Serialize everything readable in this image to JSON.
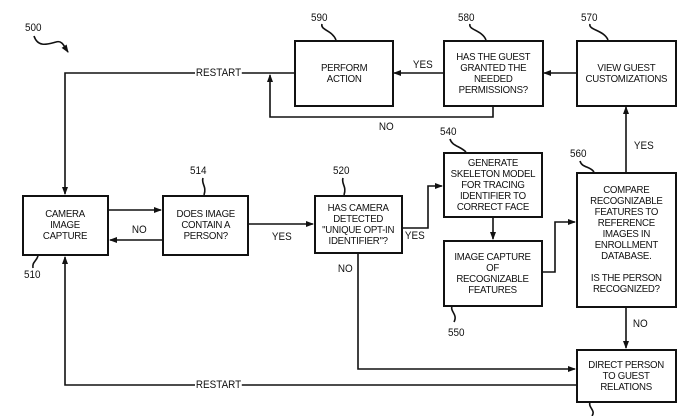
{
  "figure_ref": "500",
  "nodes": {
    "n510": {
      "ref": "510",
      "text": "CAMERA\nIMAGE\nCAPTURE"
    },
    "n514": {
      "ref": "514",
      "text": "DOES IMAGE\nCONTAIN A\nPERSON?"
    },
    "n520": {
      "ref": "520",
      "text": "HAS CAMERA\nDETECTED\n\"UNIQUE OPT-IN\nIDENTIFIER\"?"
    },
    "n540": {
      "ref": "540",
      "text": "GENERATE\nSKELETON MODEL\nFOR TRACING\nIDENTIFIER TO\nCORRECT FACE"
    },
    "n550": {
      "ref": "550",
      "text": "IMAGE CAPTURE\nOF\nRECOGNIZABLE\nFEATURES"
    },
    "n560": {
      "ref": "560",
      "text": "COMPARE\nRECOGNIZABLE\nFEATURES TO\nREFERENCE\nIMAGES IN\nENROLLMENT\nDATABASE.\n\nIS THE PERSON\nRECOGNIZED?"
    },
    "n570": {
      "ref": "570",
      "text": "VIEW GUEST\nCUSTOMIZATIONS"
    },
    "n580": {
      "ref": "580",
      "text": "HAS THE GUEST\nGRANTED THE\nNEEDED\nPERMISSIONS?"
    },
    "n590": {
      "ref": "590",
      "text": "PERFORM\nACTION"
    },
    "n_relations": {
      "text": "DIRECT PERSON\nTO GUEST\nRELATIONS"
    }
  },
  "edge_labels": {
    "restart_top": "RESTART",
    "restart_bottom": "RESTART",
    "no_514": "NO",
    "yes_514": "YES",
    "yes_520": "YES",
    "no_520": "NO",
    "yes_560": "YES",
    "no_560": "NO",
    "yes_580": "YES",
    "no_580": "NO"
  }
}
